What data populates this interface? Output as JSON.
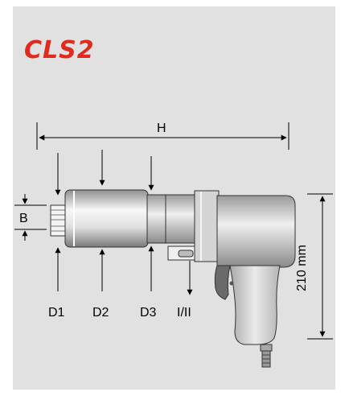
{
  "title": "CLS2",
  "colors": {
    "title": "#e02a1d",
    "panel": "#e1e1e1"
  },
  "dimensions": {
    "length": "H",
    "square_drive": "B",
    "diameter_1": "D1",
    "diameter_2": "D2",
    "diameter_3": "D3",
    "switch": "I/II",
    "height": "210 mm"
  }
}
